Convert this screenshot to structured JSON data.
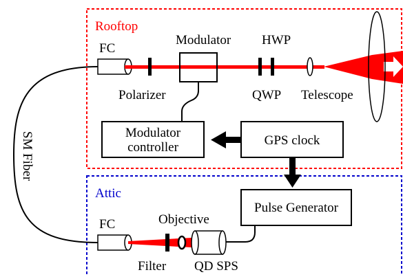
{
  "regions": {
    "rooftop": {
      "label": "Rooftop",
      "color": "#ff0000"
    },
    "attic": {
      "label": "Attic",
      "color": "#0000cc"
    }
  },
  "labels": {
    "fc_top": "FC",
    "fc_bottom": "FC",
    "modulator": "Modulator",
    "hwp": "HWP",
    "polarizer": "Polarizer",
    "qwp": "QWP",
    "telescope": "Telescope",
    "sm_fiber": "SM Fiber",
    "objective": "Objective",
    "filter": "Filter",
    "qd_sps": "QD SPS"
  },
  "boxes": {
    "modulator_controller": {
      "line1": "Modulator",
      "line2": "controller"
    },
    "gps_clock": "GPS clock",
    "pulse_generator": "Pulse Generator"
  },
  "colors": {
    "beam": "#ff0000",
    "outline": "#000000",
    "arrow_fill": "#000000"
  }
}
